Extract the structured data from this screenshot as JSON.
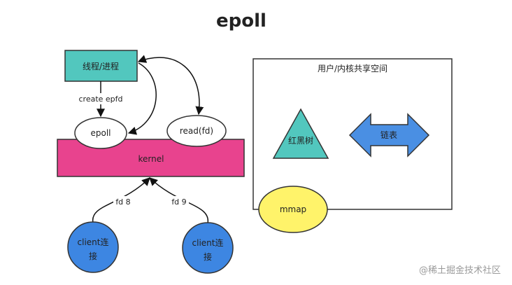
{
  "title": "epoll",
  "nodes": {
    "thread": "线程/进程",
    "epoll": "epoll",
    "read": "read(fd)",
    "kernel": "kernel",
    "client1": [
      "client连",
      "接"
    ],
    "client2": [
      "client连",
      "接"
    ],
    "shared_space": "用户/内核共享空间",
    "rbtree": "红黑树",
    "linked_list": "链表",
    "mmap": "mmap"
  },
  "edges": {
    "create": "create epfd",
    "fd8": "fd 8",
    "fd9": "fd 9"
  },
  "watermark": "@稀土掘金技术社区",
  "colors": {
    "thread_fill": "#52C7BE",
    "kernel_fill": "#E8438E",
    "client_fill": "#3D86E2",
    "rbtree_fill": "#52C7BE",
    "list_fill": "#4A8FE3",
    "mmap_fill": "#FFF36A"
  }
}
